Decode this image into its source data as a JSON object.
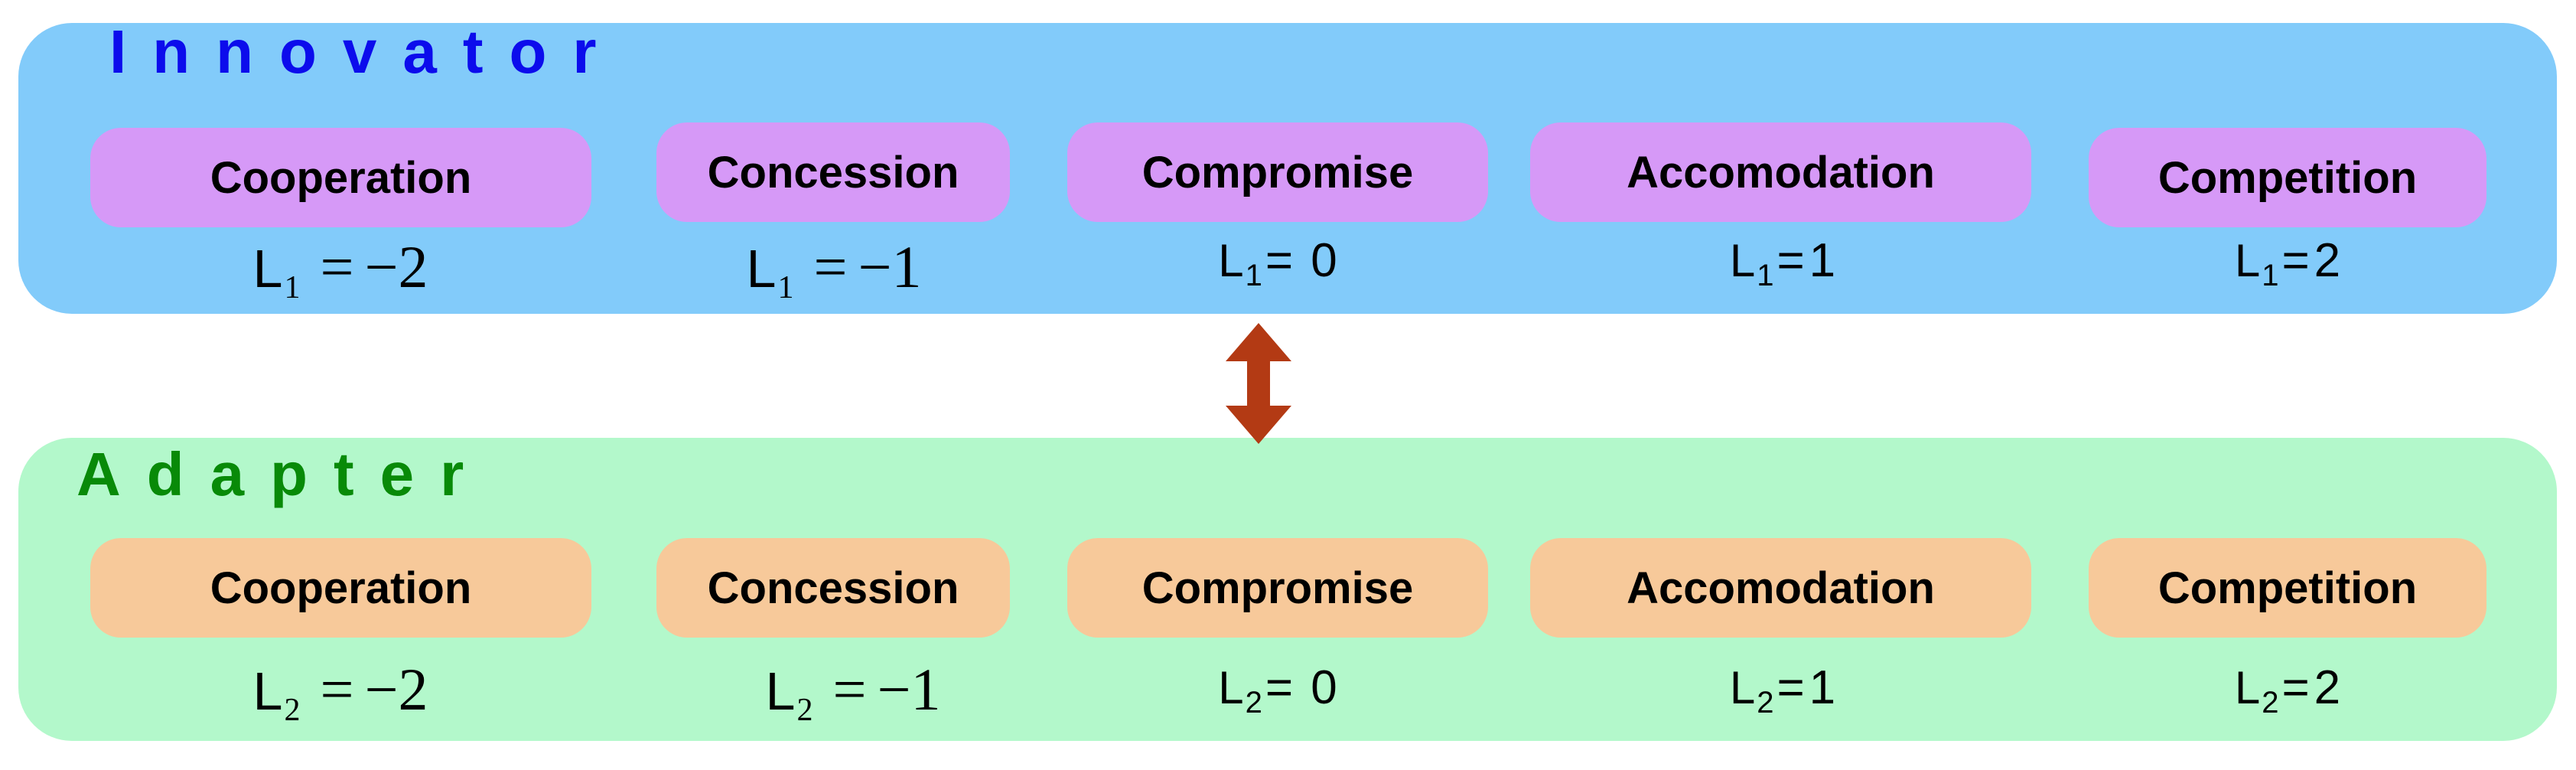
{
  "innovator": {
    "title": "Innovator",
    "boxes": [
      "Cooperation",
      "Concession",
      "Compromise",
      "Accomodation",
      "Competition"
    ],
    "equations": [
      {
        "var": "L",
        "sub": "1",
        "op": "=",
        "val": "−2"
      },
      {
        "var": "L",
        "sub": "1",
        "op": "=",
        "val": "−1"
      },
      {
        "var": "L",
        "sub": "1",
        "op": "=",
        "val": " 0"
      },
      {
        "var": "L",
        "sub": "1",
        "op": "=",
        "val": " 1"
      },
      {
        "var": "L",
        "sub": "1",
        "op": "=",
        "val": " 2"
      }
    ]
  },
  "adapter": {
    "title": "Adapter",
    "boxes": [
      "Cooperation",
      "Concession",
      "Compromise",
      "Accomodation",
      "Competition"
    ],
    "equations": [
      {
        "var": "L",
        "sub": "2",
        "op": "=",
        "val": "−2"
      },
      {
        "var": "L",
        "sub": "2",
        "op": "=",
        "val": "−1"
      },
      {
        "var": "L",
        "sub": "2",
        "op": "=",
        "val": " 0"
      },
      {
        "var": "L",
        "sub": "2",
        "op": "=",
        "val": " 1"
      },
      {
        "var": "L",
        "sub": "2",
        "op": "=",
        "val": " 2"
      }
    ]
  },
  "colors": {
    "innovator_panel": "#82cbfa",
    "adapter_panel": "#b3f8cb",
    "innovator_title": "#0c0cec",
    "adapter_title": "#088a08",
    "innovator_box": "#d699f7",
    "adapter_box": "#f7c99a",
    "arrow": "#b33a14"
  }
}
